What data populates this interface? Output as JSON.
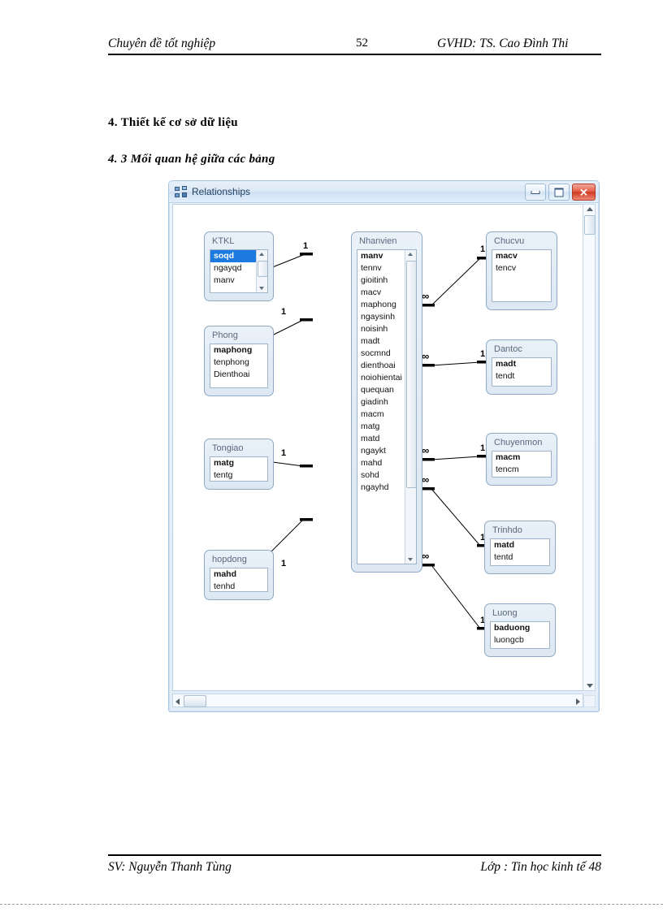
{
  "page": {
    "header": {
      "left": "Chuyên đề tốt nghiệp",
      "page_number": "52",
      "right": "GVHD: TS. Cao Đình Thi"
    },
    "footer": {
      "left": "SV: Nguyễn Thanh Tùng",
      "right": "Lớp : Tin học kinh tế 48"
    },
    "section_title": "4. Thiết kế cơ sở dữ liệu",
    "subsection_title": "4. 3 Mối quan hệ giữa các bảng"
  },
  "window": {
    "title": "Relationships",
    "icon": "relationships-icon",
    "buttons": {
      "minimize": "–",
      "maximize": "□",
      "close": "✕"
    }
  },
  "tables": [
    {
      "id": "ktkl",
      "name": "KTKL",
      "fields": [
        {
          "name": "soqd",
          "pk": true,
          "selected": true
        },
        {
          "name": "ngayqd",
          "pk": false,
          "selected": false
        },
        {
          "name": "manv",
          "pk": false,
          "selected": false
        }
      ],
      "has_scrollbar": true
    },
    {
      "id": "phong",
      "name": "Phong",
      "fields": [
        {
          "name": "maphong",
          "pk": true,
          "selected": false
        },
        {
          "name": "tenphong",
          "pk": false,
          "selected": false
        },
        {
          "name": "Dienthoai",
          "pk": false,
          "selected": false
        }
      ],
      "has_scrollbar": false
    },
    {
      "id": "tongiao",
      "name": "Tongiao",
      "fields": [
        {
          "name": "matg",
          "pk": true,
          "selected": false
        },
        {
          "name": "tentg",
          "pk": false,
          "selected": false
        }
      ],
      "has_scrollbar": false
    },
    {
      "id": "hopdong",
      "name": "hopdong",
      "fields": [
        {
          "name": "mahd",
          "pk": true,
          "selected": false
        },
        {
          "name": "tenhd",
          "pk": false,
          "selected": false
        }
      ],
      "has_scrollbar": false
    },
    {
      "id": "nhanvien",
      "name": "Nhanvien",
      "fields": [
        {
          "name": "manv",
          "pk": true,
          "selected": false
        },
        {
          "name": "tennv",
          "pk": false,
          "selected": false
        },
        {
          "name": "gioitinh",
          "pk": false,
          "selected": false
        },
        {
          "name": "macv",
          "pk": false,
          "selected": false
        },
        {
          "name": "maphong",
          "pk": false,
          "selected": false
        },
        {
          "name": "ngaysinh",
          "pk": false,
          "selected": false
        },
        {
          "name": "noisinh",
          "pk": false,
          "selected": false
        },
        {
          "name": "madt",
          "pk": false,
          "selected": false
        },
        {
          "name": "socmnd",
          "pk": false,
          "selected": false
        },
        {
          "name": "dienthoai",
          "pk": false,
          "selected": false
        },
        {
          "name": "noiohientai",
          "pk": false,
          "selected": false
        },
        {
          "name": "quequan",
          "pk": false,
          "selected": false
        },
        {
          "name": "giadinh",
          "pk": false,
          "selected": false
        },
        {
          "name": "macm",
          "pk": false,
          "selected": false
        },
        {
          "name": "matg",
          "pk": false,
          "selected": false
        },
        {
          "name": "matd",
          "pk": false,
          "selected": false
        },
        {
          "name": "ngaykt",
          "pk": false,
          "selected": false
        },
        {
          "name": "mahd",
          "pk": false,
          "selected": false
        },
        {
          "name": "sohd",
          "pk": false,
          "selected": false
        },
        {
          "name": "ngayhd",
          "pk": false,
          "selected": false
        }
      ],
      "has_scrollbar": true
    },
    {
      "id": "chucvu",
      "name": "Chucvu",
      "fields": [
        {
          "name": "macv",
          "pk": true,
          "selected": false
        },
        {
          "name": "tencv",
          "pk": false,
          "selected": false
        }
      ],
      "has_scrollbar": false
    },
    {
      "id": "dantoc",
      "name": "Dantoc",
      "fields": [
        {
          "name": "madt",
          "pk": true,
          "selected": false
        },
        {
          "name": "tendt",
          "pk": false,
          "selected": false
        }
      ],
      "has_scrollbar": false
    },
    {
      "id": "chuyenmon",
      "name": "Chuyenmon",
      "fields": [
        {
          "name": "macm",
          "pk": true,
          "selected": false
        },
        {
          "name": "tencm",
          "pk": false,
          "selected": false
        }
      ],
      "has_scrollbar": false
    },
    {
      "id": "trinhdo",
      "name": "Trinhdo",
      "fields": [
        {
          "name": "matd",
          "pk": true,
          "selected": false
        },
        {
          "name": "tentd",
          "pk": false,
          "selected": false
        }
      ],
      "has_scrollbar": false
    },
    {
      "id": "luong",
      "name": "Luong",
      "fields": [
        {
          "name": "baduong",
          "pk": true,
          "selected": false
        },
        {
          "name": "luongcb",
          "pk": false,
          "selected": false
        }
      ],
      "has_scrollbar": false
    }
  ],
  "relationships": [
    {
      "id": "ktkl-nhanvien",
      "many_label": "∞",
      "one_label": "1"
    },
    {
      "id": "phong-nhanvien",
      "many_label": "∞",
      "one_label": "1"
    },
    {
      "id": "tongiao-nhanvien",
      "many_label": "∞",
      "one_label": "1"
    },
    {
      "id": "hopdong-nhanvien",
      "many_label": "∞",
      "one_label": "1"
    },
    {
      "id": "nhanvien-chucvu",
      "many_label": "∞",
      "one_label": "1"
    },
    {
      "id": "nhanvien-dantoc",
      "many_label": "∞",
      "one_label": "1"
    },
    {
      "id": "nhanvien-chuyenmon",
      "many_label": "∞",
      "one_label": "1"
    },
    {
      "id": "nhanvien-trinhdo",
      "many_label": "∞",
      "one_label": "1"
    },
    {
      "id": "nhanvien-luong",
      "many_label": "∞",
      "one_label": "1"
    }
  ],
  "colors": {
    "selection": "#1c7ae0",
    "table_border": "#8fa9c2",
    "window_chrome": "#cfe0f2",
    "close_button": "#cf3a22"
  }
}
